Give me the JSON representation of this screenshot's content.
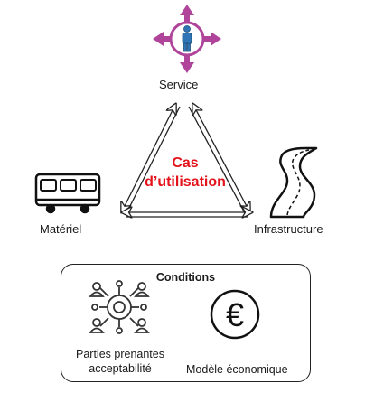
{
  "nodes": {
    "service": "Service",
    "materiel": "Matériel",
    "infrastructure": "Infrastructure"
  },
  "center": {
    "line1": "Cas",
    "line2": "d’utilisation",
    "color": "#e3121b"
  },
  "conditions": {
    "title": "Conditions",
    "stakeholders_line1": "Parties prenantes",
    "stakeholders_line2": "acceptabilité",
    "economic": "Modèle économique"
  },
  "icons": {
    "service": "person-compass-icon",
    "materiel": "bus-icon",
    "infrastructure": "road-icon",
    "stakeholders": "network-people-icon",
    "economic": "euro-icon"
  },
  "colors": {
    "service_arrows": "#b0449a",
    "service_person": "#2f75b5"
  }
}
